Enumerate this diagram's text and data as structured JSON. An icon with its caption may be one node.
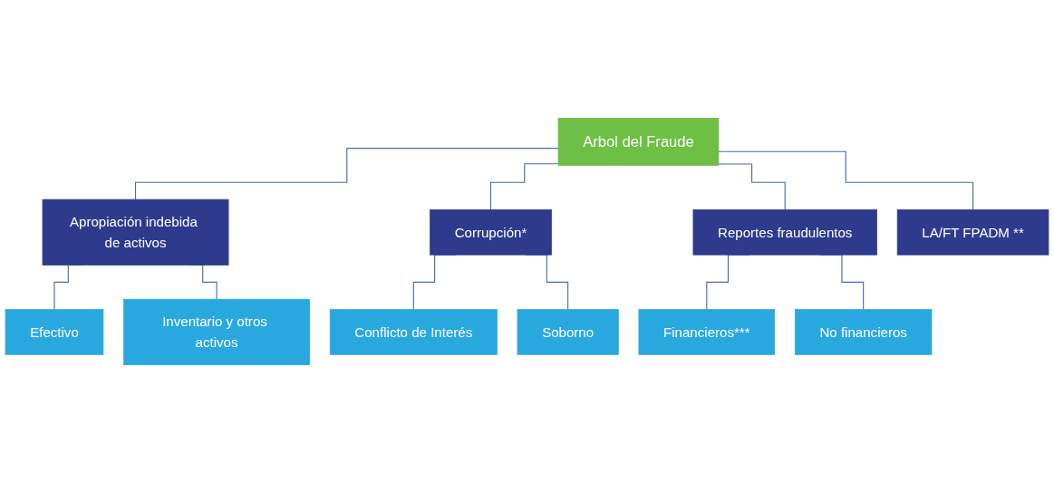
{
  "diagram": {
    "nodes": [
      {
        "text": [
          "Arbol del Fraude"
        ]
      },
      {
        "text": [
          "Apropiación indebida de activos"
        ]
      },
      {
        "text": [
          "Corrupción*"
        ]
      },
      {
        "text": [
          "Reportes fraudulentos"
        ]
      },
      {
        "text": [
          "LA/FT FPADM **"
        ]
      },
      {
        "text": [
          "Efectivo"
        ]
      },
      {
        "text": [
          "Inventario y otros activos"
        ]
      },
      {
        "text": [
          "Conflicto de Interés"
        ]
      },
      {
        "text": [
          "Soborno"
        ]
      },
      {
        "text": [
          "Financieros***"
        ]
      },
      {
        "text": [
          "No financieros"
        ]
      }
    ],
    "edges": [
      {
        "from": 0,
        "to": 1,
        "arrow": "none"
      },
      {
        "from": 0,
        "to": 2,
        "arrow": "none"
      },
      {
        "from": 0,
        "to": 3,
        "arrow": "none"
      },
      {
        "from": 0,
        "to": 4,
        "arrow": "none"
      },
      {
        "from": 1,
        "to": 5,
        "arrow": "none"
      },
      {
        "from": 1,
        "to": 6,
        "arrow": "none"
      },
      {
        "from": 2,
        "to": 7,
        "arrow": "none"
      },
      {
        "from": 2,
        "to": 8,
        "arrow": "none"
      },
      {
        "from": 3,
        "to": 9,
        "arrow": "none"
      },
      {
        "from": 3,
        "to": 10,
        "arrow": "none"
      }
    ]
  }
}
